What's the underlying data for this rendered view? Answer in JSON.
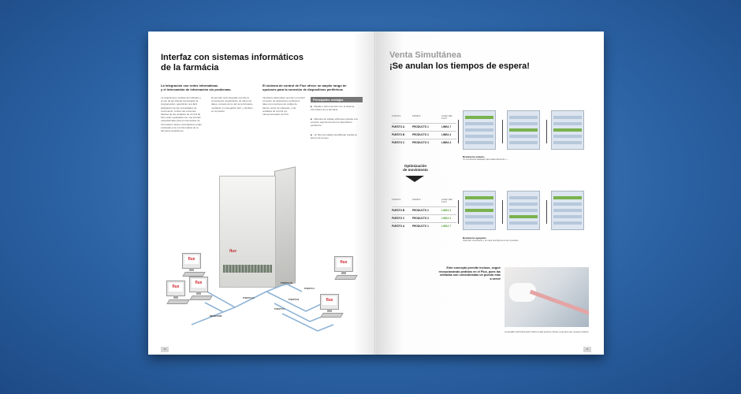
{
  "left_page": {
    "title_line1": "Interfaz con sistemas informáticos",
    "title_line2": "de la farmácia",
    "col1_heading_1": "La integración con redes informáticas",
    "col1_heading_2": "y el intercambio de información sin problemas.",
    "col1_body": "La arquitectura modular del software y el uso de las últimas tecnologías de programación, garantizan una fácil adaptación de las necesidades de crecimiento, incluso las versiones básicas de las unidades de control de Flux están equipadas con una interfaz estandarizada para el intercambio de información. Estos controladores están enlazados a la red informática de la farmacia vía Ethernet.",
    "col2_body": "El servidor web integrado permite la conveniente visualización de todos los datos, a través de la red de la farmacia, mediante un navegador web, y también su impresión.",
    "col3_heading_1": "El sistema de control de Flux ofrece un amplio rango de",
    "col3_heading_2": "opciones para la conexión de dispositivos periféricos",
    "col3_body": "Interfaces adicionales permiten una fácil conexión de dispositivos periféricos tales como lectores de código de barras, lector de etiquetas, y las unidades de control por microprocesador de Flux.",
    "advantages_title": "Principales ventajas",
    "bullets": [
      "Rápida e fácil conexión con el sistema informático de la farmácia",
      "Métodos de trabajo eficientes gracias a la posición ergonómica de los dispositivos periféricos",
      "Un flujo de trabajo simplificado resulta en ahorro de tiempo"
    ],
    "diagram": {
      "brand": "flux",
      "cabinet_brand": "flux",
      "cable_labels": [
        "PUESTO C",
        "PUESTO B",
        "PUESTO A",
        "PUESTO AB",
        "PUESTO AA",
        "RECEPCIÓN"
      ]
    },
    "page_number": "10"
  },
  "right_page": {
    "subtitle": "Venta Simultánea",
    "title": "¡Se anulan los tiempos de espera!",
    "table_headers": [
      "PUESTO",
      "PEDIDO",
      "LINEA DEL FLUX"
    ],
    "table1_rows": [
      {
        "puesto": "PUESTO A",
        "pedido": "PRODUCTO 1",
        "linea": "LINEA 7"
      },
      {
        "puesto": "PUESTO B",
        "pedido": "PRODUCTO 2",
        "linea": "LINEA 3"
      },
      {
        "puesto": "PUESTO C",
        "pedido": "PRODUCTO 3",
        "linea": "LINEA 4"
      }
    ],
    "caption1_title": "Movimientos unitarios",
    "caption1_body": "Un movimiento dedicado para cada referencia, c...",
    "optimization_line1": "Optimización",
    "optimization_line2": "de movimiento",
    "table2_rows": [
      {
        "puesto": "PUESTO B",
        "pedido": "PRODUCTO 2",
        "linea": "LINEA 3"
      },
      {
        "puesto": "PUESTO C",
        "pedido": "PRODUCTO 3",
        "linea": "LINEA 4"
      },
      {
        "puesto": "PUESTO A",
        "pedido": "PRODUCTO 1",
        "linea": "LINEA 7"
      }
    ],
    "caption2_title": "Movimientos agrupados",
    "caption2_body": "Optimizar movimiento y en otras recorrido al en los 3 puestos",
    "quote_text": "Este concepto permite incluso, seguir recepcionando pedidos en el Flux, pues las entradas son consideradas un puesto más a servir",
    "photo_caption": "La pantalla multi-información indica a cada persona, donde y qué tiene que recoger producto.",
    "page_number": "11"
  },
  "colors": {
    "background": "#2c64a6",
    "accent_green": "#5aa43a",
    "flux_red": "#d2222a"
  }
}
